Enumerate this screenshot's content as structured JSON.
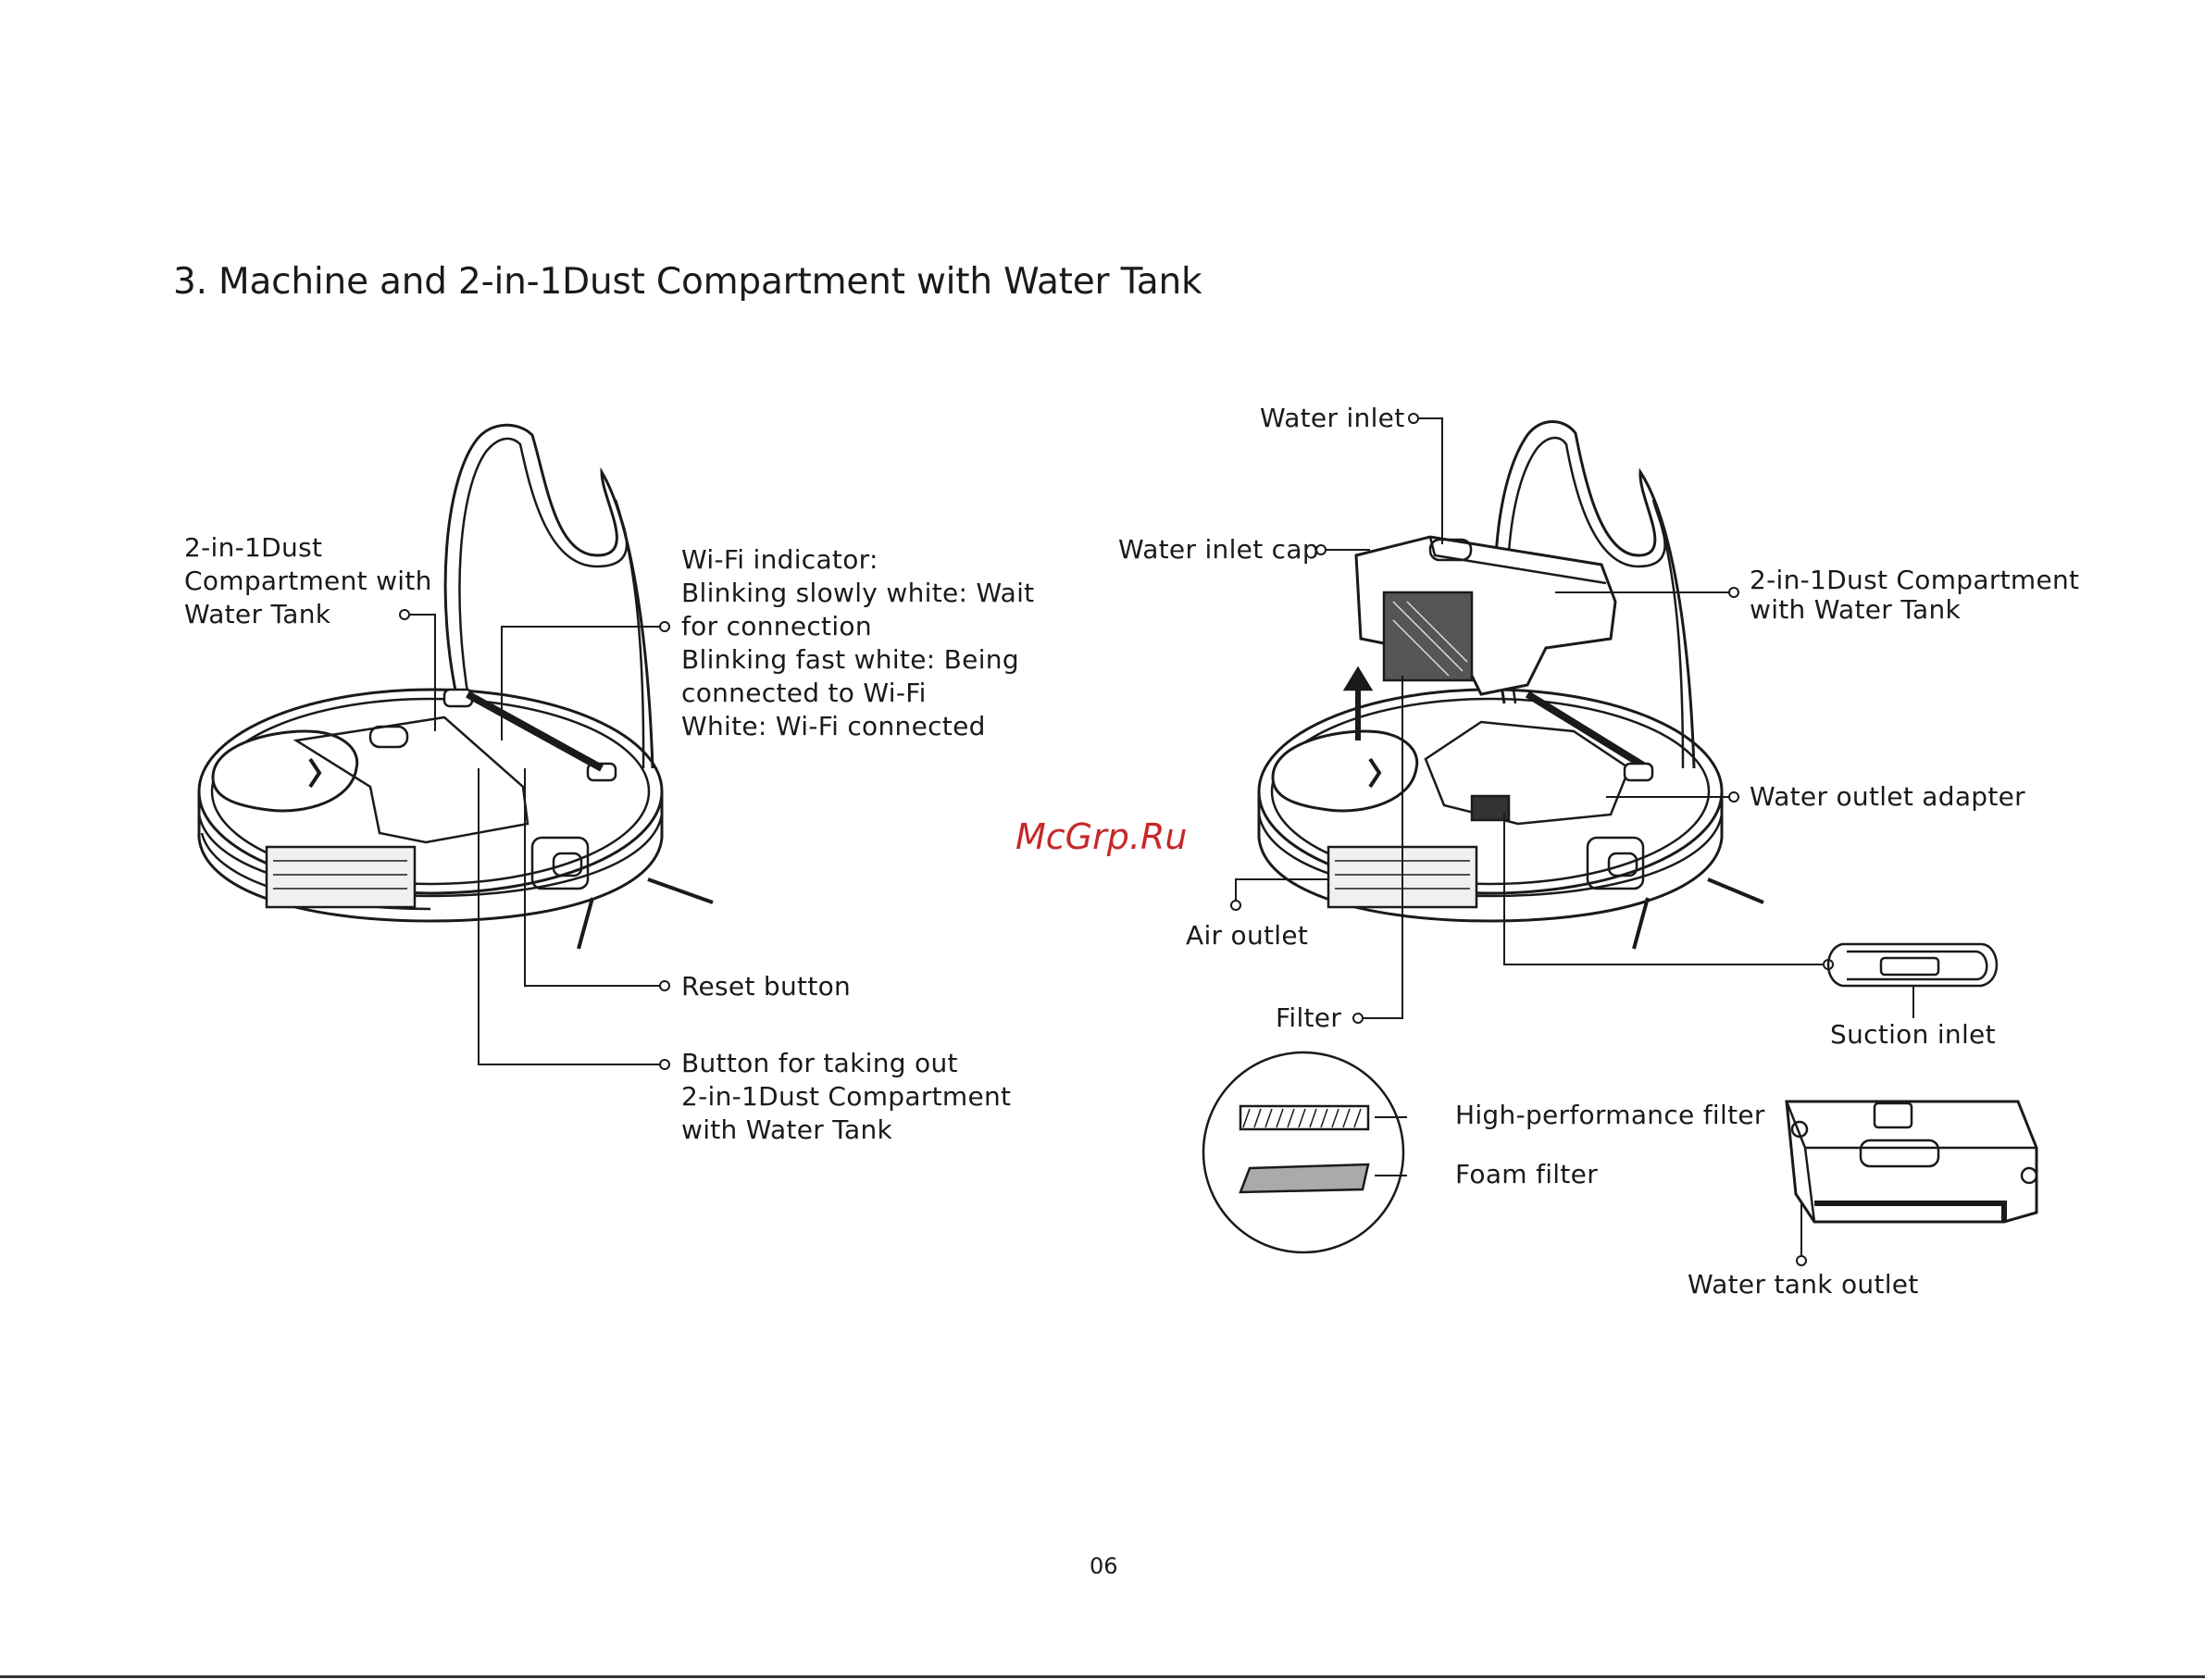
{
  "page": {
    "title": "3. Machine and 2-in-1Dust Compartment with Water Tank",
    "page_number": "06",
    "watermark": "McGrp.Ru"
  },
  "left_callouts": {
    "compartment": "2-in-1Dust\nCompartment with\nWater Tank",
    "wifi": "Wi-Fi indicator:\nBlinking slowly white: Wait\nfor connection\nBlinking fast white: Being\nconnected to Wi-Fi\nWhite: Wi-Fi connected",
    "reset": "Reset button",
    "take_out": "Button for taking out\n2-in-1Dust Compartment\nwith Water Tank"
  },
  "right_callouts": {
    "water_inlet": "Water inlet",
    "water_inlet_cap": "Water inlet cap",
    "compartment": "2-in-1Dust Compartment\nwith Water Tank",
    "water_outlet_adapter": "Water outlet adapter",
    "air_outlet": "Air outlet",
    "filter": "Filter",
    "suction_inlet": "Suction inlet",
    "hp_filter": "High-performance filter",
    "foam_filter": "Foam filter",
    "water_tank_outlet": "Water tank outlet"
  }
}
